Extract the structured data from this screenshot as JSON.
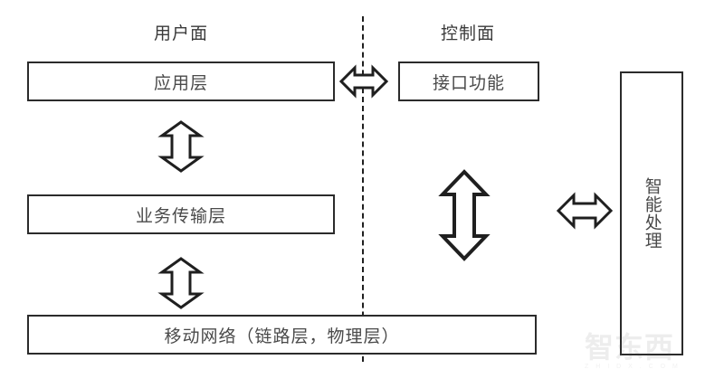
{
  "diagram": {
    "title_user_plane": "用户面",
    "title_control_plane": "控制面",
    "boxes": {
      "application_layer": "应用层",
      "interface_function": "接口功能",
      "service_transport_layer": "业务传输层",
      "mobile_network": "移动网络（链路层，物理层）",
      "intelligent_processing": "智能处理"
    },
    "arrows": {
      "app_to_transport": "双向箭头",
      "transport_to_mobile": "双向箭头",
      "user_to_control_plane": "双向箭头",
      "control_to_mobile": "双向箭头",
      "network_to_intelligent": "双向箭头"
    },
    "divider": "虚线分隔线",
    "colors": {
      "stroke": "#2b2b2b",
      "text": "#4a4a4a",
      "background": "#ffffff"
    },
    "watermark": {
      "main": "智东西",
      "sub": "Z H I D X . C O M"
    }
  }
}
